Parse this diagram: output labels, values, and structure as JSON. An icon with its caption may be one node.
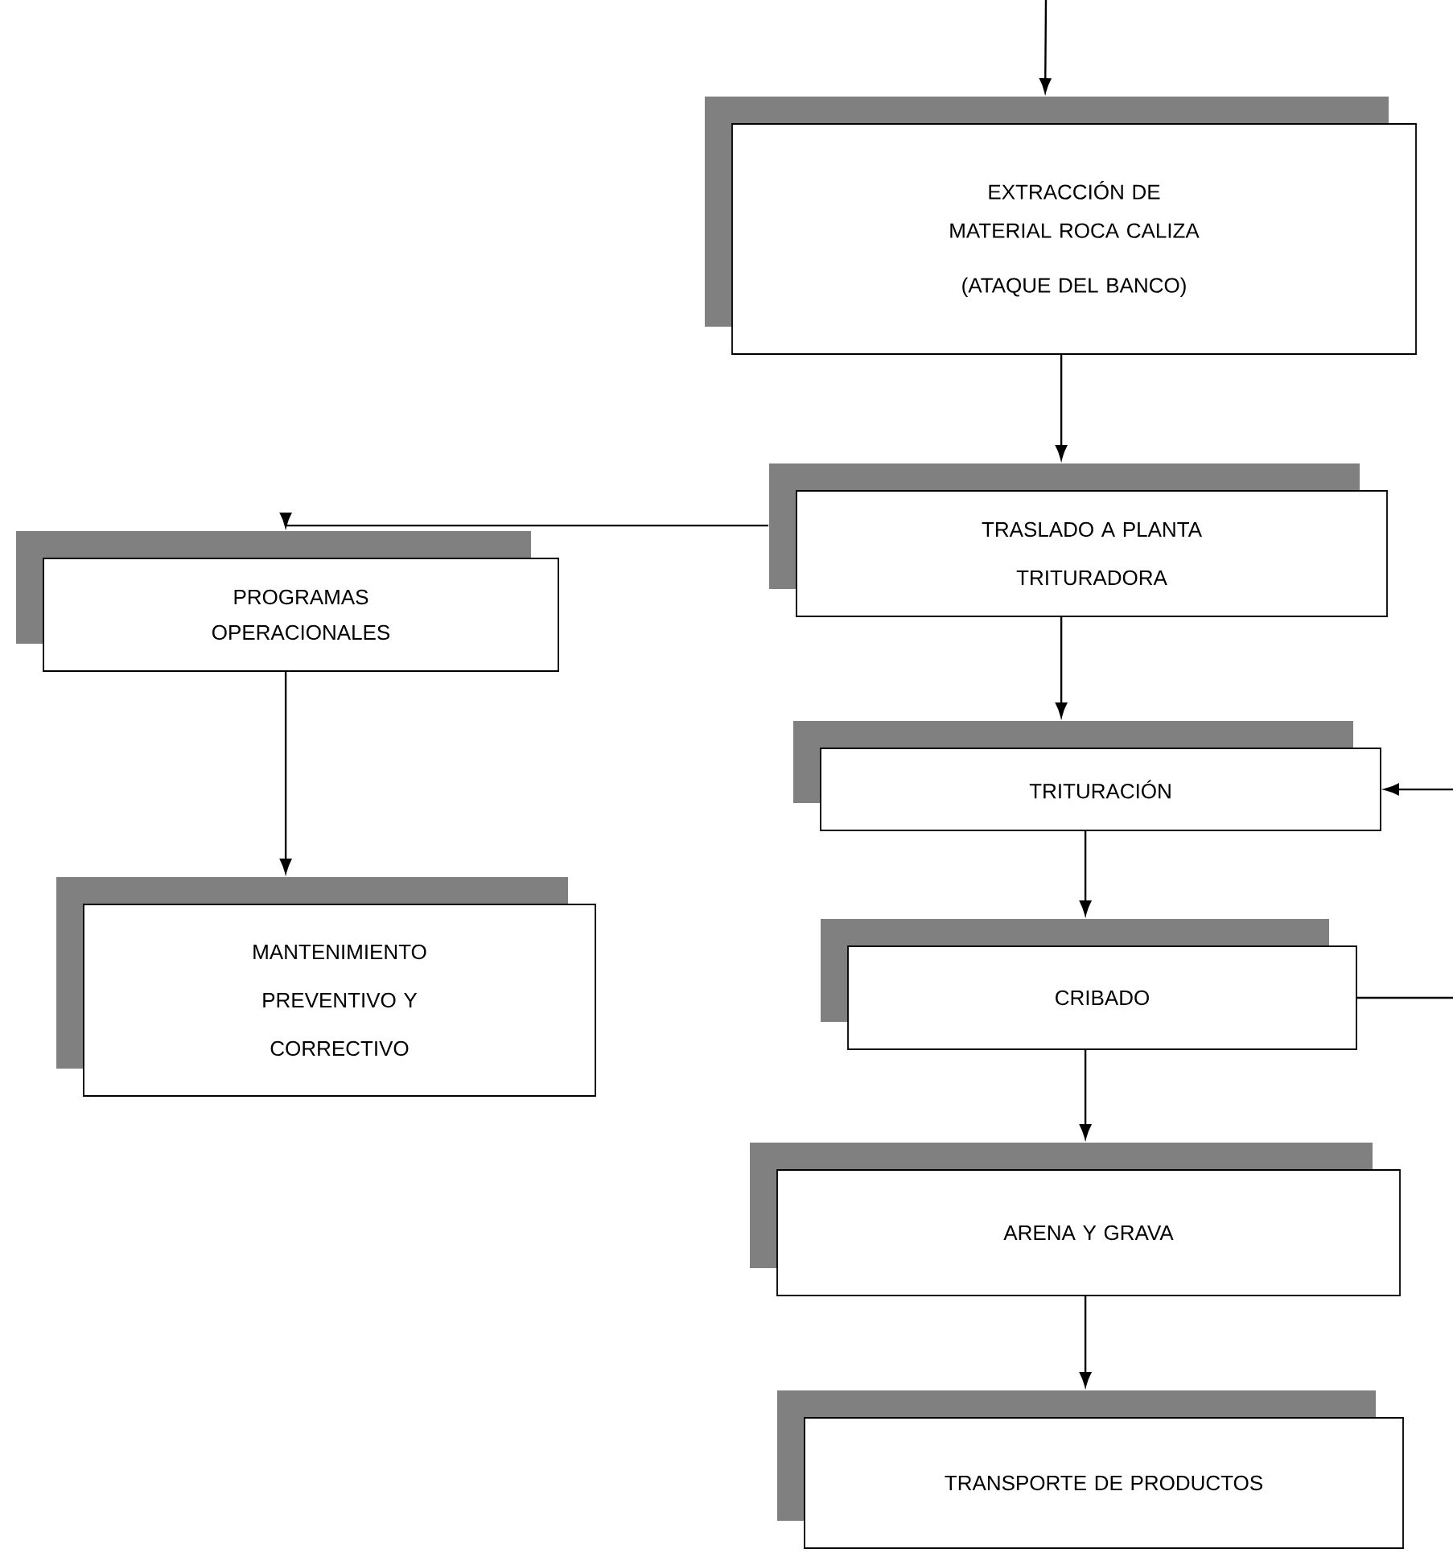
{
  "diagram": {
    "nodes": [
      {
        "text": [
          "EXTRACCIÓN DE MATERIAL ROCA CALIZA",
          "(ATAQUE DEL BANCO)"
        ]
      },
      {
        "text": [
          "TRASLADO A PLANTA TRITURADORA"
        ]
      },
      {
        "text": [
          "PROGRAMAS OPERACIONALES"
        ]
      },
      {
        "text": [
          "MANTENIMIENTO PREVENTIVO Y CORRECTIVO"
        ]
      },
      {
        "text": [
          "TRITURACIÓN"
        ]
      },
      {
        "text": [
          "CRIBADO"
        ]
      },
      {
        "text": [
          "ARENA Y GRAVA"
        ]
      },
      {
        "text": [
          "TRANSPORTE DE PRODUCTOS"
        ]
      }
    ],
    "edges": [
      {
        "from": null,
        "to": 0,
        "arrow": "to"
      },
      {
        "from": 0,
        "to": 1,
        "arrow": "to"
      },
      {
        "from": 1,
        "to": 2,
        "arrow": "to"
      },
      {
        "from": 2,
        "to": 3,
        "arrow": "to"
      },
      {
        "from": 1,
        "to": 4,
        "arrow": "to"
      },
      {
        "from": 4,
        "to": 5,
        "arrow": "to"
      },
      {
        "from": 5,
        "to": 4,
        "arrow": "to"
      },
      {
        "from": 5,
        "to": 6,
        "arrow": "to"
      },
      {
        "from": 6,
        "to": 7,
        "arrow": "to"
      }
    ]
  }
}
